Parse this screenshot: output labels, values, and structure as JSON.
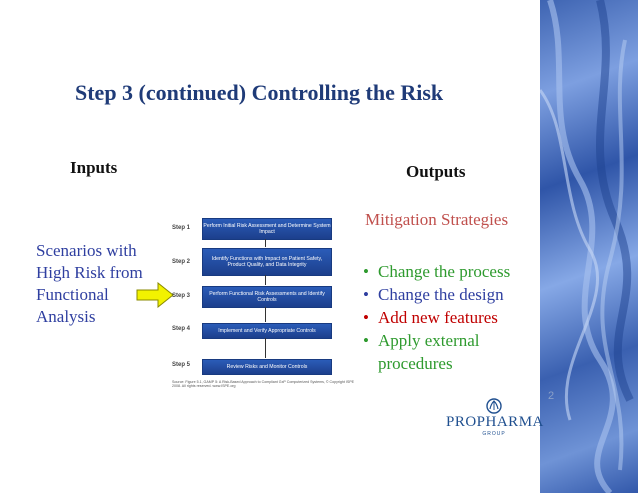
{
  "title": "Step 3 (continued) Controlling the Risk",
  "inputs_heading": "Inputs",
  "outputs_heading": "Outputs",
  "input_text": [
    "Scenarios with",
    "High Risk from",
    "Functional",
    "Analysis"
  ],
  "flow": {
    "steps": [
      {
        "label": "Step 1",
        "text": "Perform Initial Risk Assessment and Determine System Impact"
      },
      {
        "label": "Step 2",
        "text": "Identify Functions with Impact on Patient Safety, Product Quality, and Data Integrity"
      },
      {
        "label": "Step 3",
        "text": "Perform Functional Risk Assessments and Identify Controls"
      },
      {
        "label": "Step 4",
        "text": "Implement and Verify Appropriate Controls"
      },
      {
        "label": "Step 5",
        "text": "Review Risks and Monitor Controls"
      }
    ],
    "caption": "Source: Figure 5.1, GAMP 5: A Risk-Based Approach to Compliant GxP Computerized Systems, © Copyright ISPE 2008. All rights reserved. www.ISPE.org"
  },
  "mitigation_heading": "Mitigation Strategies",
  "bullets": [
    {
      "text": "Change the process",
      "color": "#2e9a2e"
    },
    {
      "text": "Change the design",
      "color": "#2f3fa0"
    },
    {
      "text": "Add new features",
      "color": "#c00000"
    },
    {
      "text": "Apply external procedures",
      "line1": "Apply external",
      "line2": "procedures",
      "color": "#2e9a2e"
    }
  ],
  "page_number": "2",
  "logo": {
    "name": "PROPHARMA",
    "sub": "GROUP"
  },
  "colors": {
    "title": "#1f3b78",
    "mitigation": "#c0504d",
    "input_text": "#2f3fa0",
    "arrow": "#f2f200"
  }
}
